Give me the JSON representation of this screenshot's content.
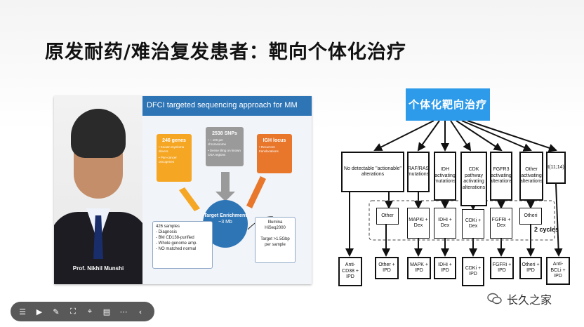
{
  "slide": {
    "title": "原发耐药/难治复发患者：靶向个体化治疗"
  },
  "embedded_slide": {
    "header": "DFCI targeted sequencing approach for MM",
    "photo_caption": "Prof. Nikhil Munshi",
    "genes_box": {
      "title": "246 genes",
      "lines": [
        "• Known myeloma drivers",
        "• Pan-cancer oncogenes"
      ]
    },
    "snps_box": {
      "title": "2538 SNPs",
      "lines": [
        "• ~ 100 per chromosome",
        "• Dense tiling on known CNA regions"
      ]
    },
    "igh_box": {
      "title": "IGH locus",
      "lines": [
        "• Recurrent translocations"
      ]
    },
    "target": {
      "title": "Target Enrichment",
      "size": "~3 Mb"
    },
    "samples": {
      "title": "426 samples",
      "lines": [
        "- Diagnosis",
        "- BM CD138-purified",
        "- Whole genome amp.",
        "- NO matched normal"
      ]
    },
    "illumina": {
      "lines": [
        "Illumina",
        "HiSeq2000",
        "",
        "Target >1.5Gbp",
        "per sample"
      ]
    }
  },
  "flowchart": {
    "title": "个体化靶向治疗",
    "categories": [
      "No detectable \"actionable\" alterations",
      "RAF/RAS mutations",
      "IDH activating mutations",
      "CDK pathway activating alterations",
      "FGFR3 activating alterations",
      "Other activating alterations",
      "t(11;14)"
    ],
    "middle": [
      "Other",
      "MAPKi + Dex",
      "IDHi + Dex",
      "CDKi + Dex",
      "FGFRi + Dex",
      "Otheri"
    ],
    "cycles_label": "2 cycles",
    "bottom": [
      "Anti-CD38 + IPD",
      "Other + IPD",
      "MAPK + IPD",
      "IDHi + IPD",
      "CDKi + IPD",
      "FGFRi + IPD",
      "Otheri + IPD",
      "Anti-BCLi + IPD"
    ]
  },
  "toolbar": {
    "icons": [
      "menu-icon",
      "play-icon",
      "pen-icon",
      "screenshot-icon",
      "cursor-icon",
      "comment-icon",
      "more-icon",
      "back-icon"
    ]
  },
  "watermark": "长久之家"
}
